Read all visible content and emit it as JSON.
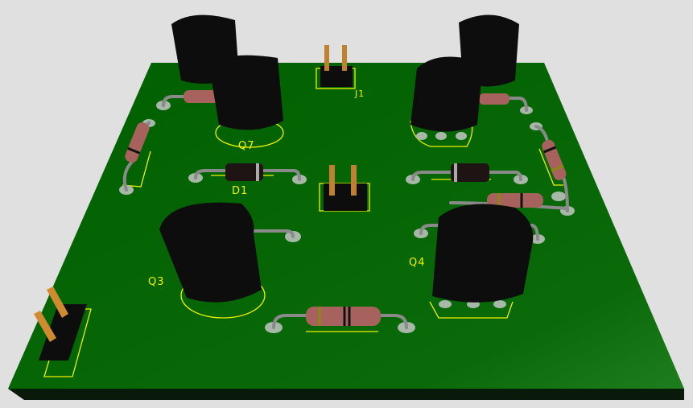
{
  "colors": {
    "board": "#0b6b0b",
    "silk": "#f0f000",
    "background": "#e0e0e0",
    "component": "#0d0d0d",
    "pin": "#d08a30",
    "resistor": "#a8625e",
    "pad": "#a8b8a8"
  },
  "labels": {
    "j1": "J1",
    "d1": "D1",
    "q7": "Q7",
    "q3": "Q3",
    "q4": "Q4"
  }
}
